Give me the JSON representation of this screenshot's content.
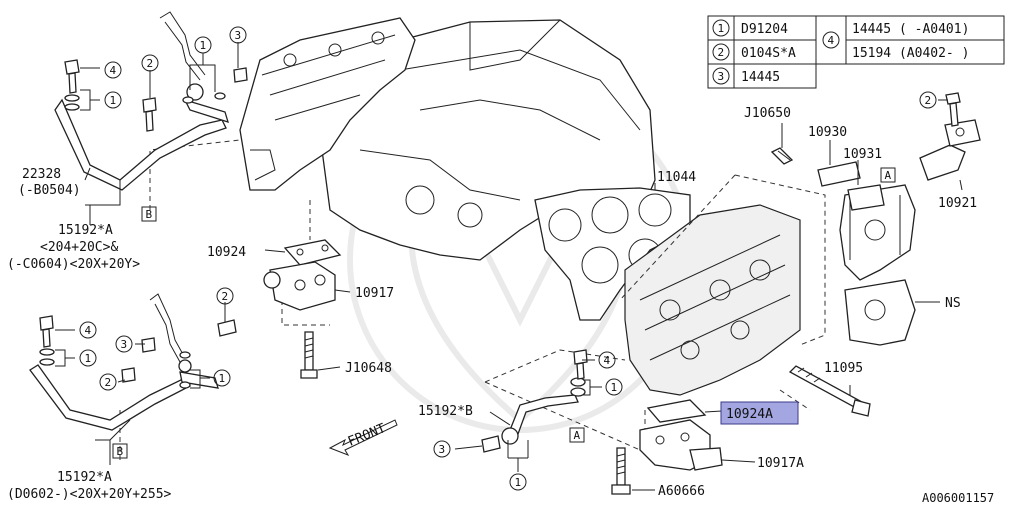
{
  "legend": {
    "rows": [
      {
        "num": "1",
        "part": "D91204"
      },
      {
        "num": "2",
        "part": "0104S*A"
      },
      {
        "num": "3",
        "part": "14445"
      }
    ],
    "group_num": "4",
    "group_rows": [
      "14445 ( -A0401)",
      "15194 (A0402- )"
    ]
  },
  "labels": {
    "p22328": "22328",
    "p22328_range": "(-B0504)",
    "p15192a_top": "15192*A",
    "p15192a_top_note1": "<204+20C>&",
    "p15192a_top_note2": "(-C0604)<20X+20Y>",
    "p15192a_bot": "15192*A",
    "p15192a_bot_note": "(D0602-)<20X+20Y+255>",
    "p15192b": "15192*B",
    "p10924": "10924",
    "p10917": "10917",
    "pJ10648": "J10648",
    "p11044": "11044",
    "pJ10650": "J10650",
    "p10930": "10930",
    "p10931": "10931",
    "p10921": "10921",
    "pNS": "NS",
    "p11095": "11095",
    "p10924A": "10924A",
    "p10917A": "10917A",
    "pA60666": "A60666",
    "front": "FRONT",
    "ref_code": "A006001157"
  },
  "callouts": {
    "one": "1",
    "two": "2",
    "three": "3",
    "four": "4",
    "box_a": "A",
    "box_b": "B"
  },
  "colors": {
    "highlight": "#a3a6e0",
    "line": "#222222"
  }
}
